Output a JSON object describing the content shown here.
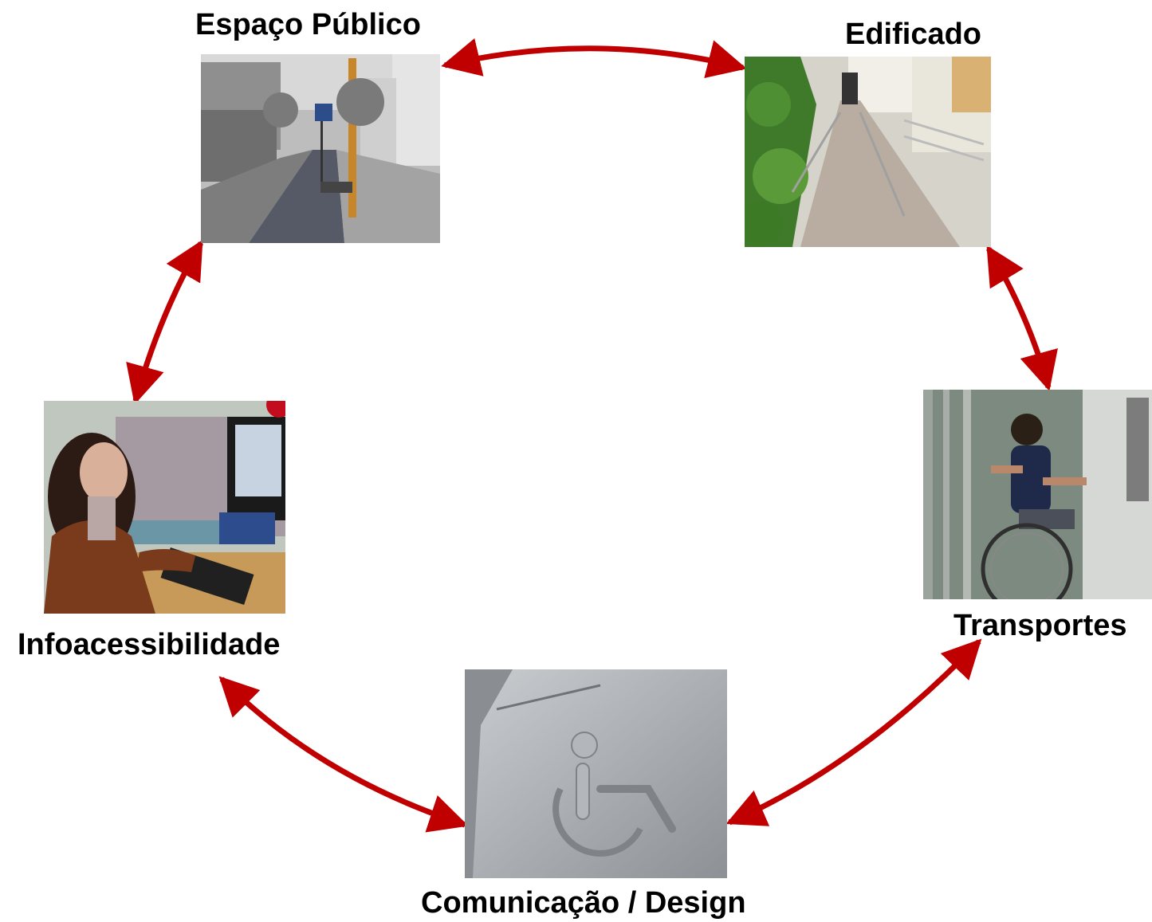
{
  "nodes": {
    "espaco_publico": {
      "label": "Espaço Público",
      "photo": "street-with-parking-sign-photo"
    },
    "edificado": {
      "label": "Edificado",
      "photo": "building-ramp-corridor-photo"
    },
    "transportes": {
      "label": "Transportes",
      "photo": "wheelchair-user-boarding-tram-photo"
    },
    "comunicacao_design": {
      "label": "Comunicação / Design",
      "photo": "embossed-wheelchair-symbol-photo"
    },
    "infoacessibilidade": {
      "label": "Infoacessibilidade",
      "photo": "woman-at-computer-with-headset-photo"
    }
  },
  "colors": {
    "arrow": "#c00000",
    "text": "#000000"
  }
}
